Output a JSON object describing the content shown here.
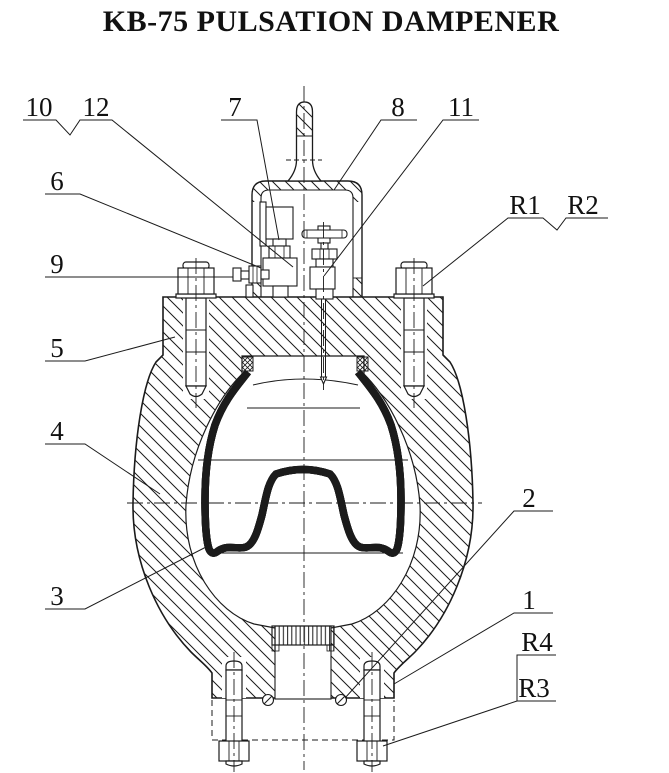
{
  "title": "KB-75 PULSATION DAMPENER",
  "drawing": {
    "description": "Cross-section technical drawing of a KB-75 pulsation dampener with bladder, top flange, protective cover, charging valves and stud bolts",
    "colors": {
      "line": "#1b1b1b",
      "background": "#ffffff"
    },
    "callouts": {
      "c10": "10",
      "c12": "12",
      "c7": "7",
      "c8": "8",
      "c11": "11",
      "c6": "6",
      "c9": "9",
      "c5": "5",
      "c4": "4",
      "c3": "3",
      "c2": "2",
      "c1": "1",
      "r1": "R1",
      "r2": "R2",
      "r4": "R4",
      "r3": "R3"
    }
  }
}
